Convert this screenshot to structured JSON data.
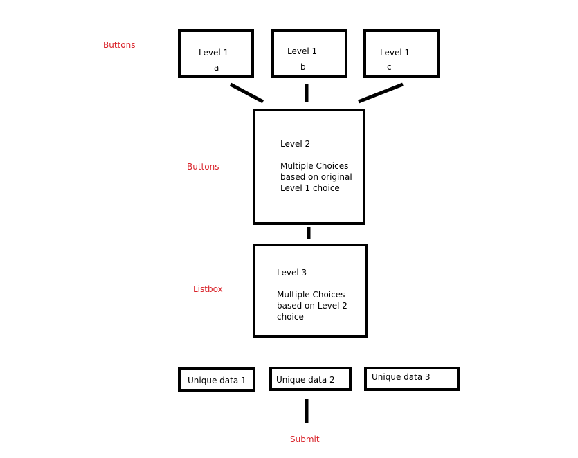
{
  "side_labels": {
    "level1": "Buttons",
    "level2": "Buttons",
    "level3": "Listbox",
    "submit": "Submit"
  },
  "level1": [
    {
      "title": "Level 1",
      "letter": "a"
    },
    {
      "title": "Level 1",
      "letter": "b"
    },
    {
      "title": "Level 1",
      "letter": "c"
    }
  ],
  "level2": {
    "title": "Level 2",
    "lines": [
      "Multiple Choices",
      "based on original",
      "Level 1 choice"
    ]
  },
  "level3": {
    "title": "Level 3",
    "lines": [
      "Multiple Choices",
      "based on Level 2",
      "choice"
    ]
  },
  "unique": [
    {
      "label": "Unique data 1"
    },
    {
      "label": "Unique data 2"
    },
    {
      "label": "Unique data 3"
    }
  ],
  "colors": {
    "label_red": "#d9232a",
    "stroke": "#000000"
  }
}
